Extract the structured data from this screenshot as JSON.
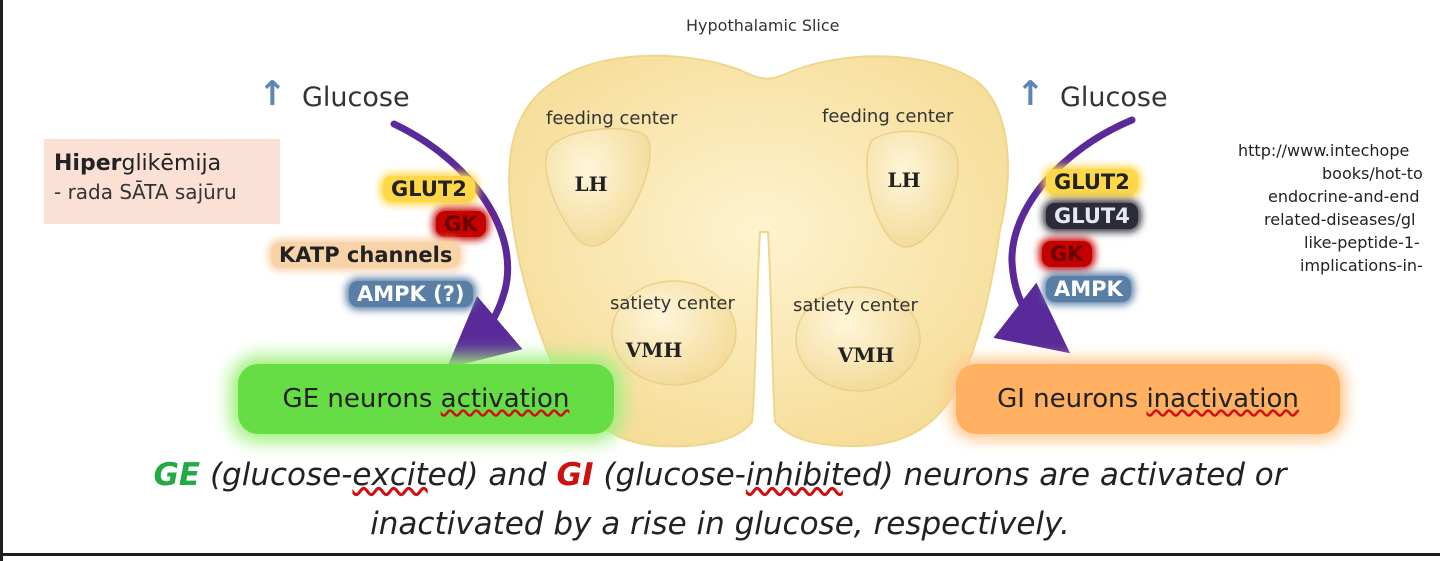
{
  "slice_title": "Hypothalamic Slice",
  "left": {
    "glucose_label": "Glucose",
    "arrow_glyph": "↑",
    "note": {
      "bold_part": "Hiper",
      "rest_part": "glikēmija",
      "line2": "- rada SĀTA sajūru"
    },
    "markers": [
      "GLUT2",
      "GK",
      "KATP channels",
      "AMPK (?)"
    ],
    "feeding_center": "feeding center",
    "lh": "LH",
    "satiety_center": "satiety center",
    "vmh": "VMH",
    "result": {
      "prefix": "GE neurons ",
      "underlined": "activation"
    }
  },
  "right": {
    "glucose_label": "Glucose",
    "arrow_glyph": "↑",
    "markers": [
      "GLUT2",
      "GLUT4",
      "GK",
      "AMPK"
    ],
    "feeding_center": "feeding center",
    "lh": "LH",
    "satiety_center": "satiety center",
    "vmh": "VMH",
    "result": {
      "prefix": "GI neurons ",
      "underlined": "inactivation"
    }
  },
  "url_lines": [
    "http://www.intechope",
    "books/hot-to",
    "endocrine-and-end",
    "related-diseases/gl",
    "like-peptide-1-",
    "implications-in-"
  ],
  "caption": {
    "ge": "GE",
    "part1": " (glucose-",
    "excit": "excit",
    "part2": "ed) and ",
    "gi": "GI",
    "part3": " (glucose-",
    "inhibit": "inhibit",
    "part4": "ed) neurons are activated or",
    "line2": "inactivated by a rise in glucose, respectively."
  },
  "colors": {
    "arrow_purple": "#5b2a9a",
    "slice_fill": "#fbe7b0",
    "ge_green": "#22aa44",
    "gi_red": "#cc1111",
    "ge_box": "#66dd44",
    "gi_box": "#ffb060"
  }
}
